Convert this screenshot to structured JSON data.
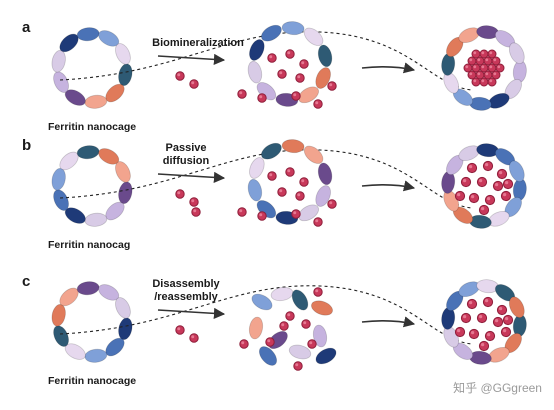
{
  "figure": {
    "panels": [
      {
        "letter": "a",
        "cage_label": "Ferritin nanocage",
        "method_lines": [
          "Biomineralization"
        ],
        "middle_state": "cage-with-particles",
        "final_state": "loaded-cluster"
      },
      {
        "letter": "b",
        "cage_label": "Ferritin nanocag",
        "method_lines": [
          "Passive",
          "diffusion"
        ],
        "middle_state": "cage-with-particles",
        "final_state": "loaded-scattered"
      },
      {
        "letter": "c",
        "cage_label": "Ferritin nanocage",
        "method_lines": [
          "Disassembly",
          "/reassembly"
        ],
        "middle_state": "cage-disassembled",
        "final_state": "loaded-scattered"
      }
    ]
  },
  "watermark": "知乎 @GGgreen",
  "colors": {
    "particle_fill": "#c8385a",
    "particle_stroke": "#8e1e3a",
    "subunits": [
      "#2e5a74",
      "#e07a5a",
      "#f2a48e",
      "#6a4a8c",
      "#c6b3df",
      "#d8cbe6",
      "#1e3a78",
      "#4a72b6",
      "#7fa0d8",
      "#e6d8ee"
    ],
    "label_text": "#1a1a1a",
    "arrow": "#333333",
    "dashed_line": "#222222"
  },
  "icons": {
    "particle": "red-nanoparticle-icon",
    "subunit": "ferritin-subunit-icon",
    "arrow": "right-arrow-icon"
  }
}
